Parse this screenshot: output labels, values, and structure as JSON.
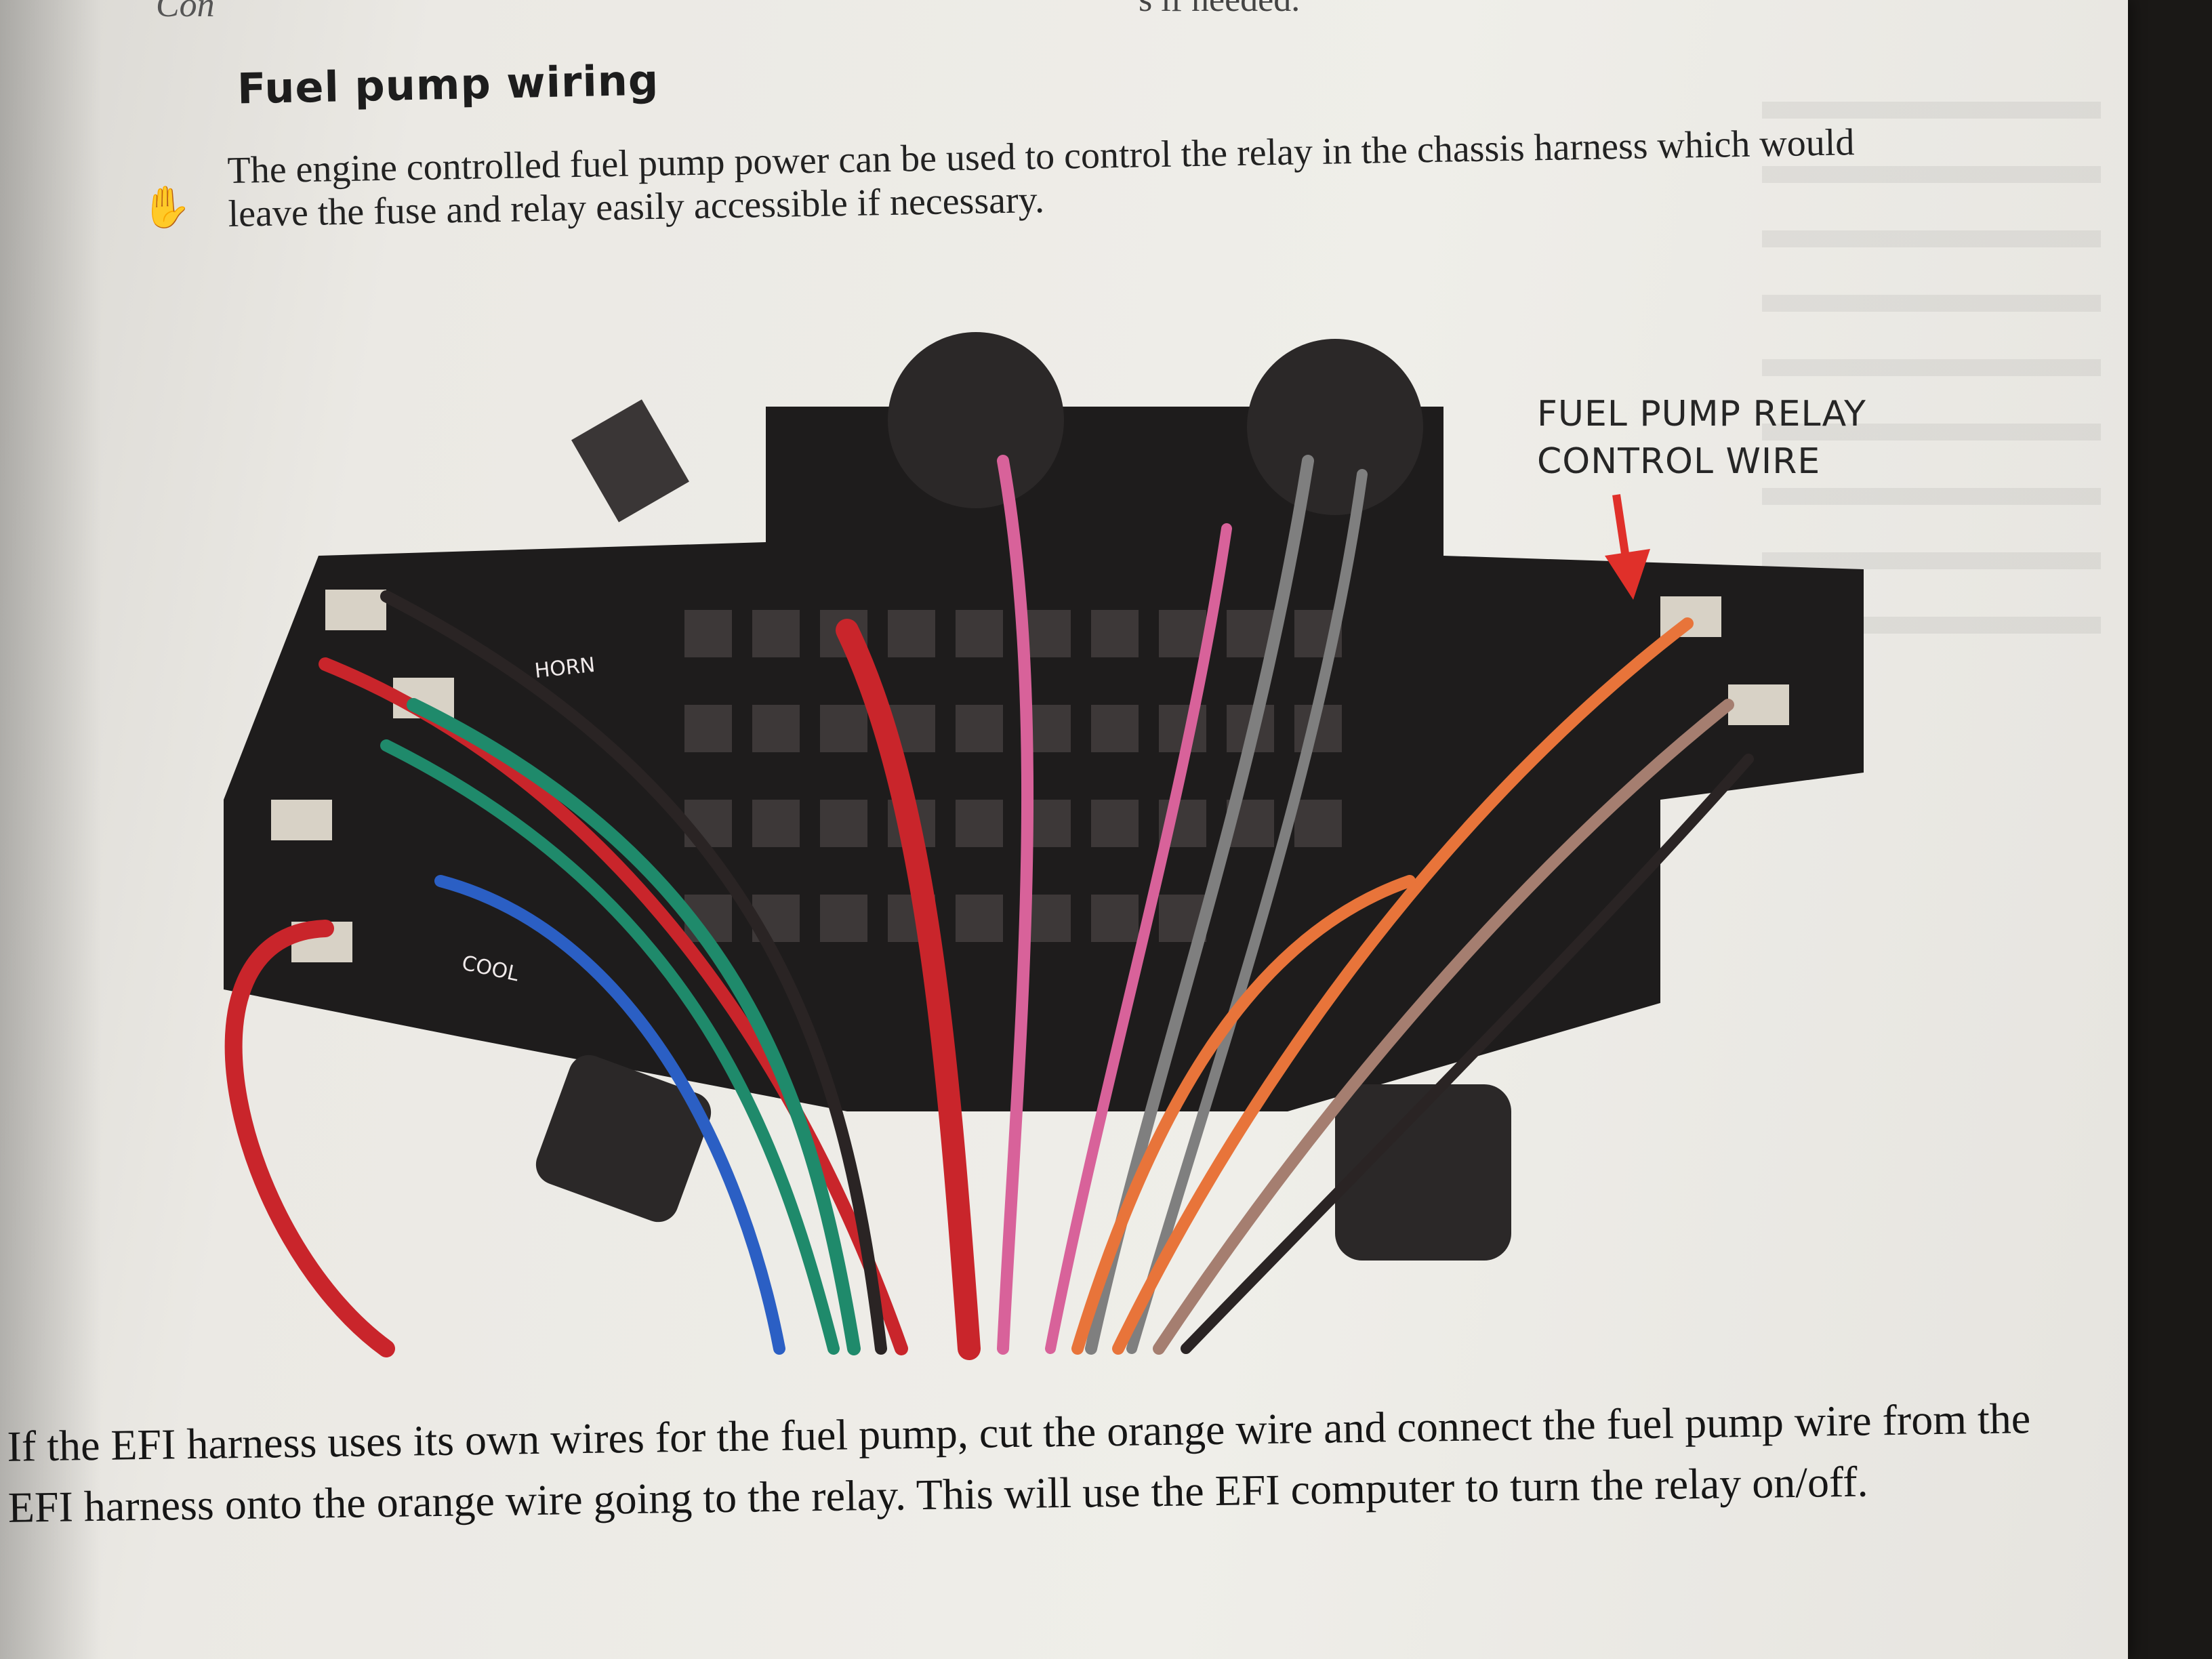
{
  "page": {
    "previous_line_fragment": "Con",
    "previous_line_tail": "s if needed.",
    "heading": "Fuel pump wiring",
    "intro": "The engine controlled fuel pump power can be used to control the relay in the chassis harness which would leave the fuse and relay easily accessible if necessary.",
    "figure": {
      "callout_line1": "FUEL PUMP RELAY",
      "callout_line2": "CONTROL WIRE",
      "label_horn": "HORN",
      "label_cool": "COOL"
    },
    "body": "If the EFI harness uses its own wires for the fuel pump, cut the orange wire and connect the fuel pump wire from the EFI harness onto the orange wire going to the relay.  This will use the EFI computer to turn the relay on/off."
  },
  "icons": {
    "margin_mark": "hand-icon",
    "pointer": "red-arrow-icon"
  },
  "colors": {
    "arrow": "#e0302a",
    "wire_red": "#c9252b",
    "wire_orange": "#e8743a",
    "wire_pink": "#d8629a",
    "wire_green": "#1f8a6b",
    "wire_gray": "#7f7f7f",
    "wire_tan": "#a57e70",
    "wire_black": "#2a2424",
    "wire_blue": "#2b5fc4"
  }
}
